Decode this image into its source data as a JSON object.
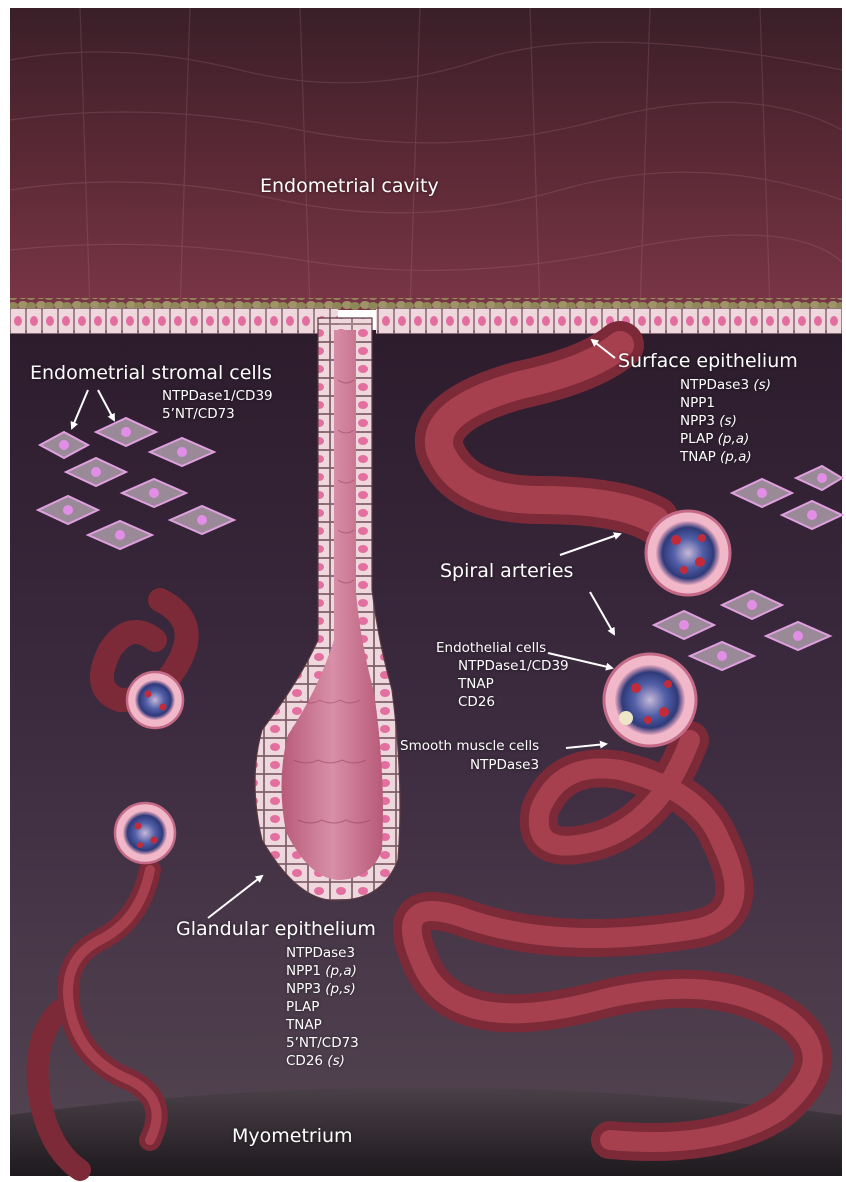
{
  "colors": {
    "cavity": "#6b2e3d",
    "tissue": "#3a2a3e",
    "artery": "#9c3b48",
    "epithelium": "#e8c9d0",
    "stromal_cell": "#e6a6e8",
    "label": "#ffffff"
  },
  "regions": {
    "cavity": "Endometrial cavity",
    "myometrium": "Myometrium"
  },
  "stromal": {
    "title": "Endometrial stromal cells",
    "markers": [
      "NTPDase1/CD39",
      "5’NT/CD73"
    ]
  },
  "surface": {
    "title": "Surface epithelium",
    "markers": [
      {
        "name": "NTPDase3",
        "qual": "(s)"
      },
      {
        "name": "NPP1",
        "qual": ""
      },
      {
        "name": "NPP3",
        "qual": "(s)"
      },
      {
        "name": "PLAP",
        "qual": "(p,a)"
      },
      {
        "name": "TNAP",
        "qual": "(p,a)"
      }
    ]
  },
  "spiral": {
    "title": "Spiral arteries"
  },
  "endothelial": {
    "title": "Endothelial cells",
    "markers": [
      "NTPDase1/CD39",
      "TNAP",
      "CD26"
    ]
  },
  "smooth": {
    "title": "Smooth muscle cells",
    "markers": [
      "NTPDase3"
    ]
  },
  "glandular": {
    "title": "Glandular epithelium",
    "markers": [
      {
        "name": "NTPDase3",
        "qual": ""
      },
      {
        "name": "NPP1",
        "qual": "(p,a)"
      },
      {
        "name": "NPP3",
        "qual": "(p,s)"
      },
      {
        "name": "PLAP",
        "qual": ""
      },
      {
        "name": "TNAP",
        "qual": ""
      },
      {
        "name": "5’NT/CD73",
        "qual": ""
      },
      {
        "name": "CD26",
        "qual": "(s)"
      }
    ]
  }
}
